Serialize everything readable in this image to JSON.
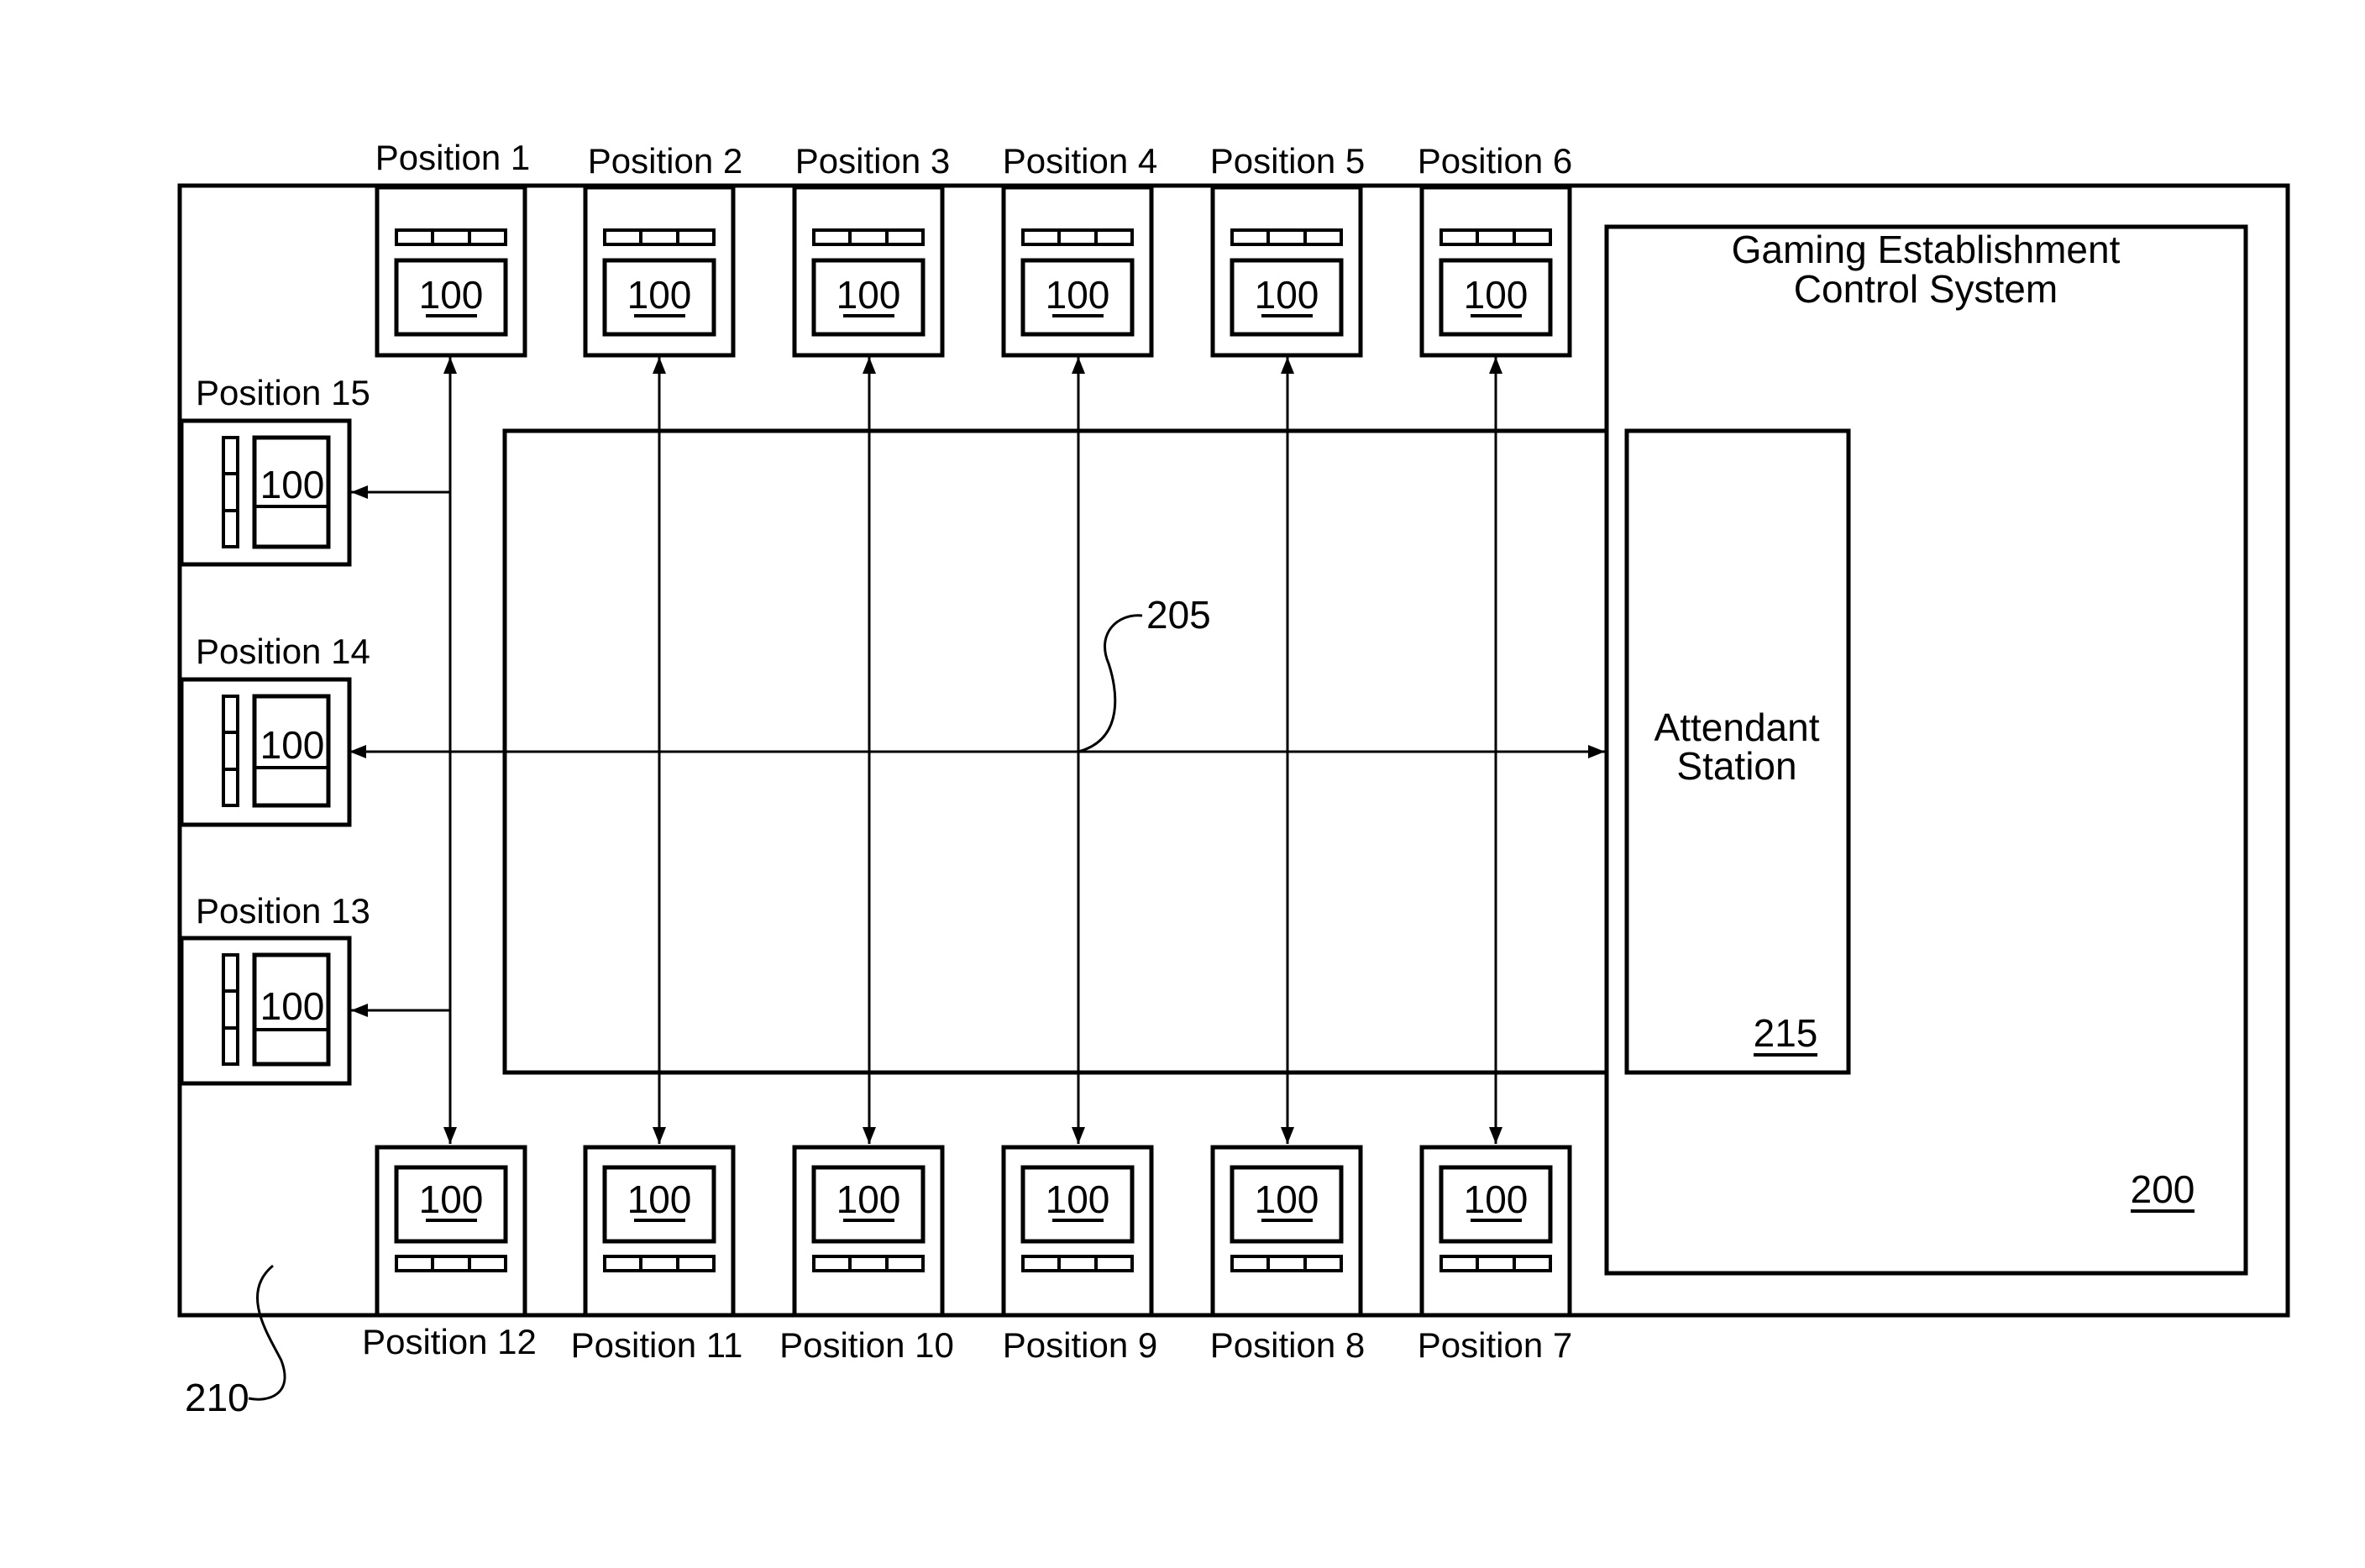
{
  "figure": {
    "positions": {
      "p1": "Position 1",
      "p2": "Position 2",
      "p3": "Position 3",
      "p4": "Position 4",
      "p5": "Position 5",
      "p6": "Position 6",
      "p7": "Position 7",
      "p8": "Position 8",
      "p9": "Position 9",
      "p10": "Position 10",
      "p11": "Position 11",
      "p12": "Position 12",
      "p13": "Position 13",
      "p14": "Position 14",
      "p15": "Position 15"
    },
    "gaming_device_number": "100",
    "control_system": {
      "line1": "Gaming Establishment",
      "line2": "Control System",
      "ref": "200"
    },
    "attendant_station": {
      "line1": "Attendant",
      "line2": "Station",
      "ref": "215"
    },
    "network_ref": "205",
    "floor_ref": "210"
  }
}
